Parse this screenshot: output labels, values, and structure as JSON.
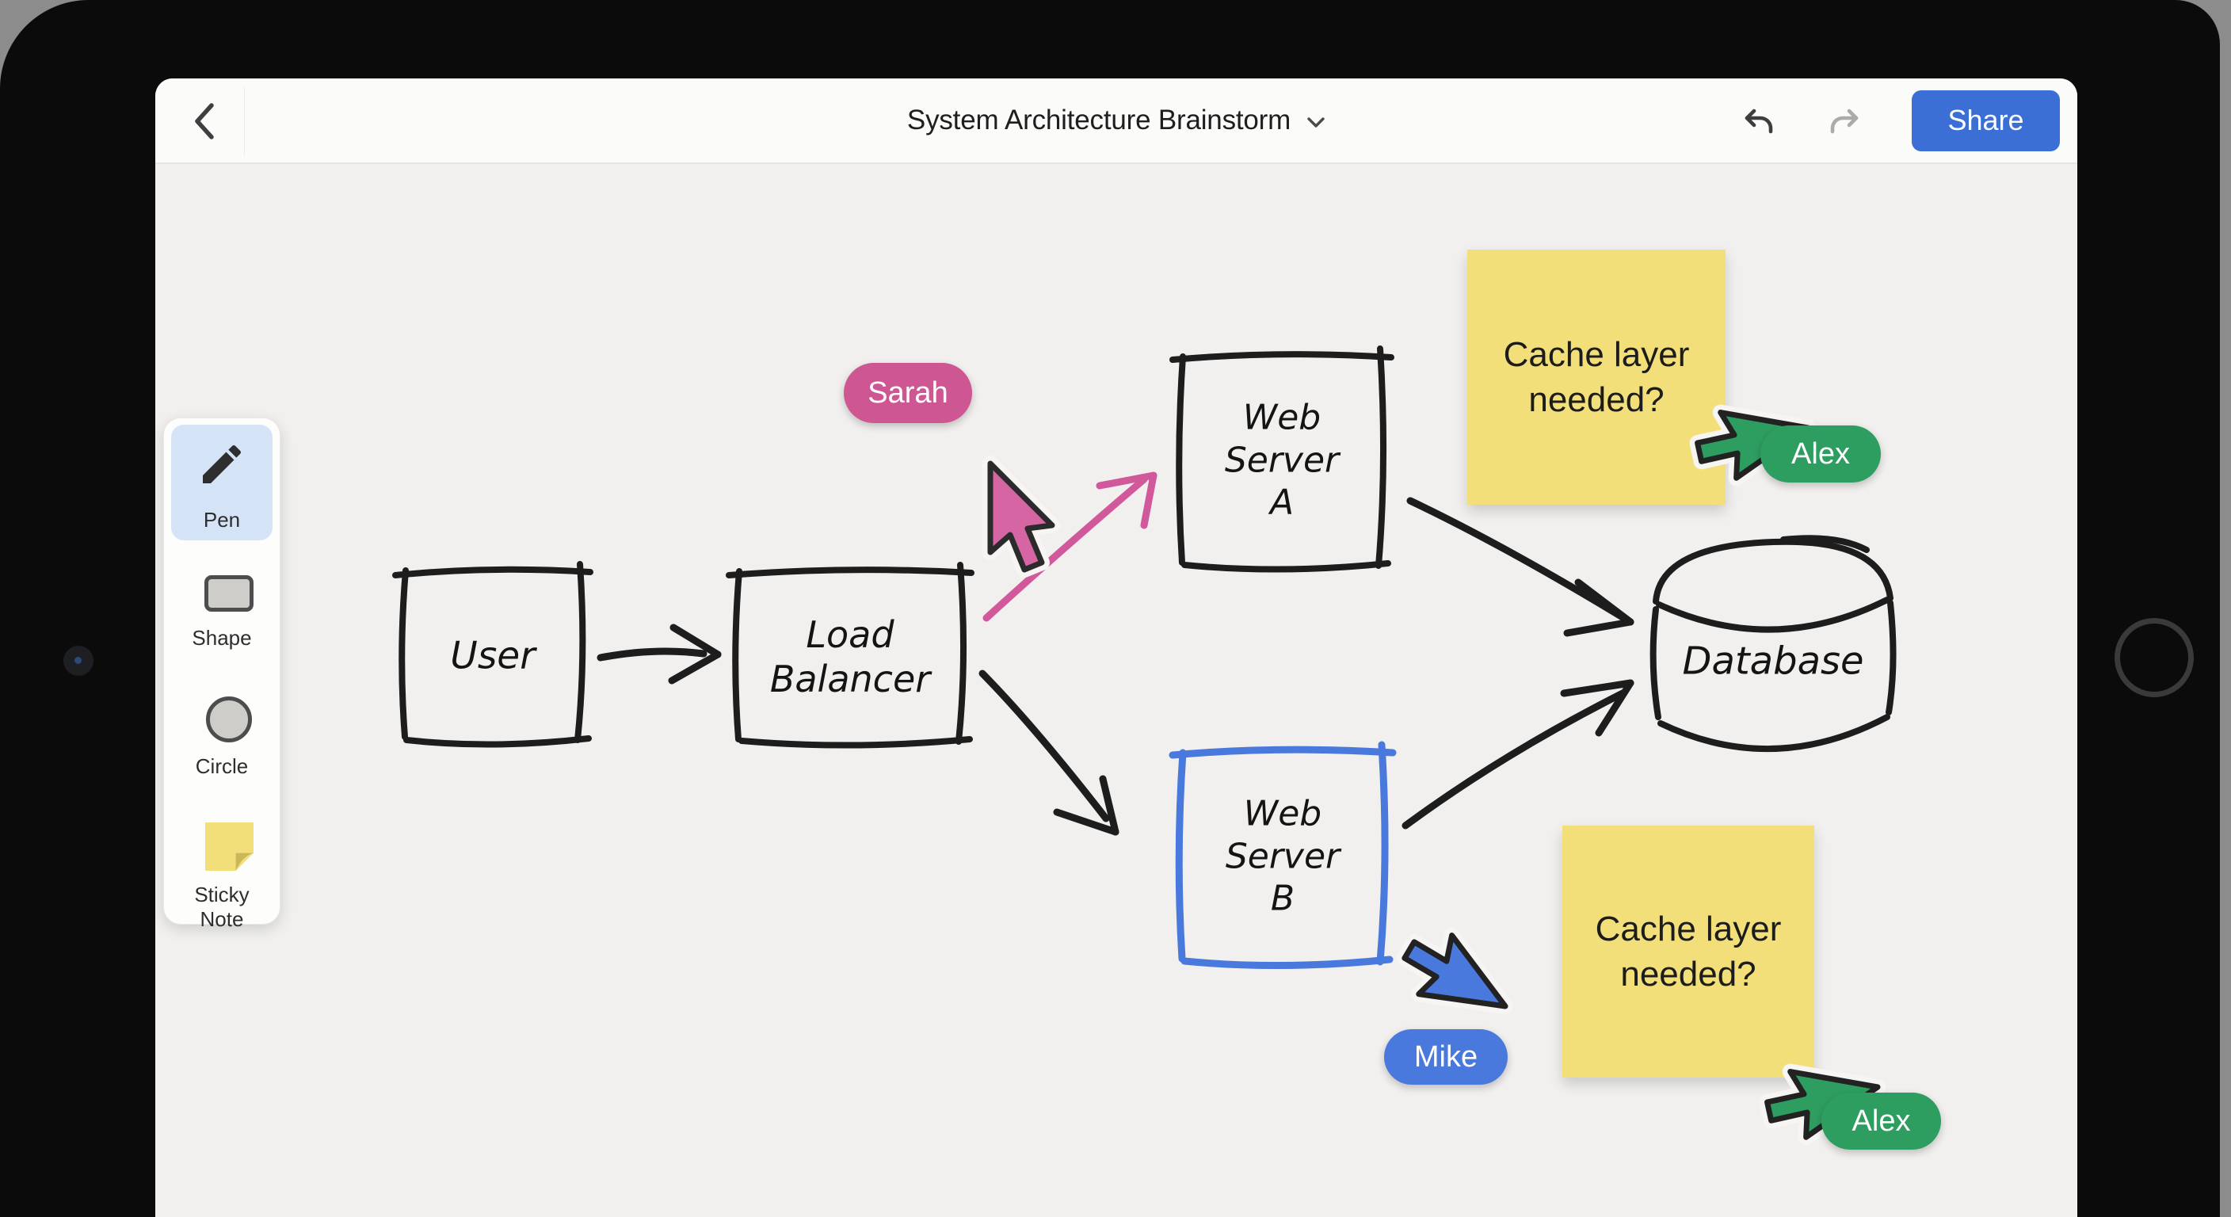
{
  "device": {
    "camera_icon": "camera-dot",
    "home_button_icon": "home-button-ring"
  },
  "topbar": {
    "back_icon": "chevron-left",
    "title": "System Architecture Brainstorm",
    "title_menu_icon": "chevron-down",
    "undo_icon": "undo-arrow",
    "redo_icon": "redo-arrow",
    "share_label": "Share",
    "colors": {
      "share_bg": "#3b6fd6",
      "undo_enabled": "#3e3e3e",
      "redo_disabled": "#ababa9"
    }
  },
  "toolbar": {
    "selected_bg": "#d5e3f7",
    "tools": [
      {
        "label": "Pen",
        "icon": "pencil-icon",
        "selected": true
      },
      {
        "label": "Shape",
        "icon": "square-icon",
        "selected": false
      },
      {
        "label": "Circle",
        "icon": "circle-icon",
        "selected": false
      },
      {
        "label": "Sticky Note",
        "icon": "sticky-note-icon",
        "selected": false
      }
    ]
  },
  "canvas": {
    "background": "#f1f0ee",
    "nodes": [
      {
        "label": "User",
        "shape": "rectangle"
      },
      {
        "label": "Load Balancer",
        "shape": "rectangle"
      },
      {
        "label": "Web Server A",
        "shape": "rectangle"
      },
      {
        "label": "Web Server B",
        "shape": "rectangle",
        "selected_by": "Mike",
        "selection_color": "#4a79dd"
      },
      {
        "label": "Database",
        "shape": "cylinder"
      }
    ],
    "connections": [
      {
        "from": "User",
        "to": "Load Balancer",
        "color": "#1d1d1d"
      },
      {
        "from": "Load Balancer",
        "to": "Web Server A",
        "color": "#d2589c",
        "drawn_by": "Sarah"
      },
      {
        "from": "Load Balancer",
        "to": "Web Server B",
        "color": "#1d1d1d"
      },
      {
        "from": "Web Server A",
        "to": "Database",
        "color": "#1d1d1d"
      },
      {
        "from": "Web Server B",
        "to": "Database",
        "color": "#1d1d1d"
      }
    ],
    "sticky_notes": [
      {
        "text": "Cache layer needed?",
        "color": "#f2df79"
      },
      {
        "text": "Cache layer needed?",
        "color": "#f2df79"
      }
    ],
    "cursors": [
      {
        "name": "Sarah",
        "color": "#ce5693"
      },
      {
        "name": "Mike",
        "color": "#4a79dd"
      },
      {
        "name": "Alex",
        "color": "#2e9e60"
      },
      {
        "name": "Alex",
        "color": "#2e9e60"
      }
    ]
  }
}
